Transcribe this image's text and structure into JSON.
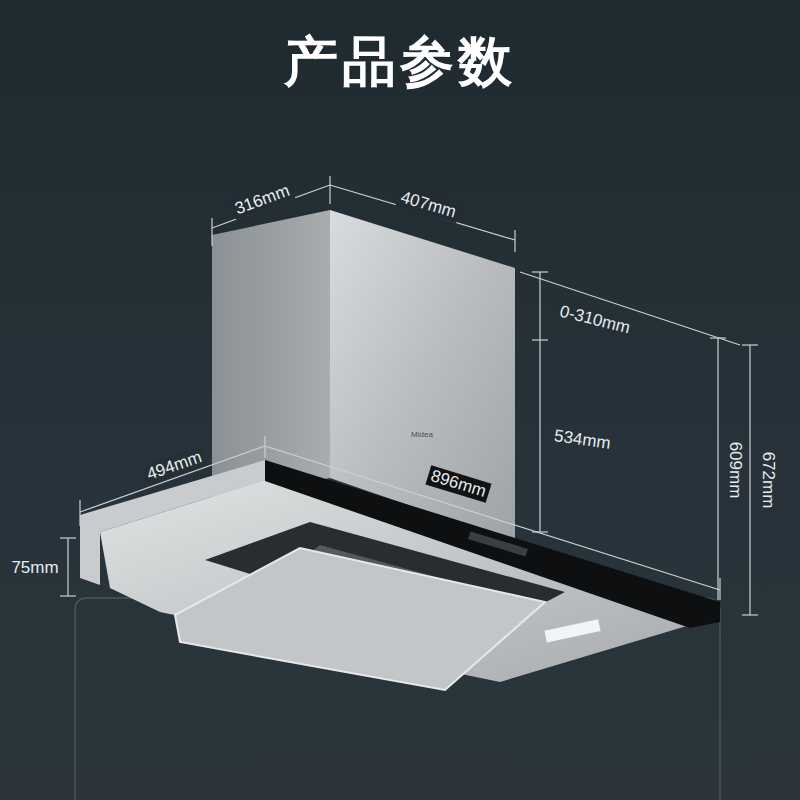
{
  "diagram": {
    "title": "产品参数",
    "labels": [
      "316mm",
      "407mm",
      "0-310mm",
      "534mm",
      "494mm",
      "896mm",
      "609mm",
      "672mm",
      "75mm",
      "Midea"
    ]
  }
}
